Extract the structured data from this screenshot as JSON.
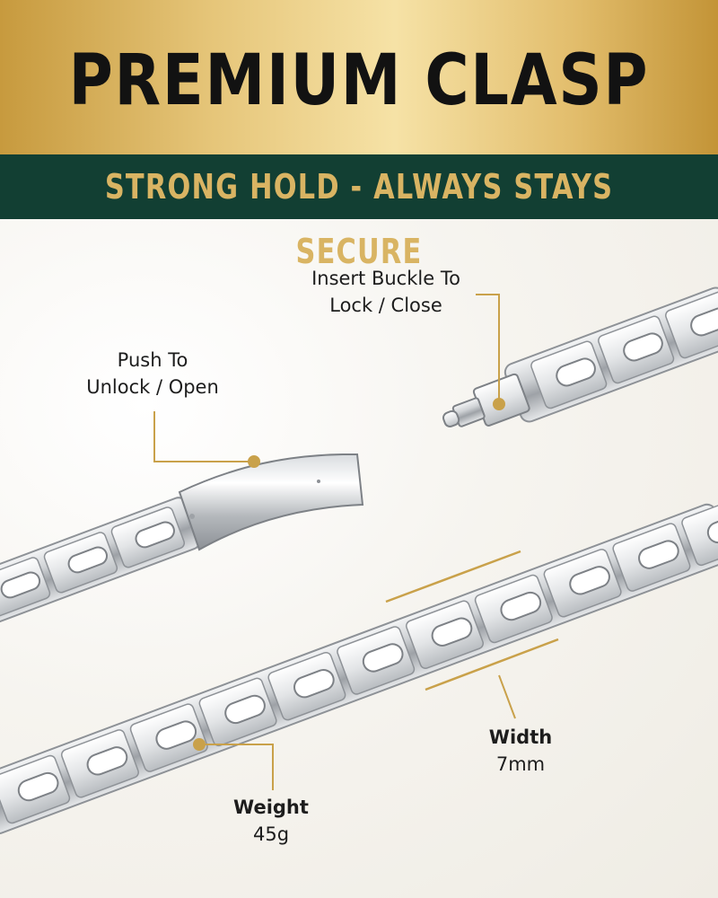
{
  "header": {
    "title": "PREMIUM CLASP",
    "subtitle": "STRONG HOLD - ALWAYS STAYS SECURE"
  },
  "colors": {
    "gold": "#c9a14a",
    "dark_green": "#123f33",
    "title_text": "#121212",
    "subtitle_text": "#d9b463"
  },
  "callouts": {
    "insert": {
      "line1": "Insert Buckle To",
      "line2": "Lock / Close"
    },
    "push": {
      "line1": "Push To",
      "line2": "Unlock / Open"
    },
    "width": {
      "label": "Width",
      "value": "7mm"
    },
    "weight": {
      "label": "Weight",
      "value": "45g"
    }
  }
}
